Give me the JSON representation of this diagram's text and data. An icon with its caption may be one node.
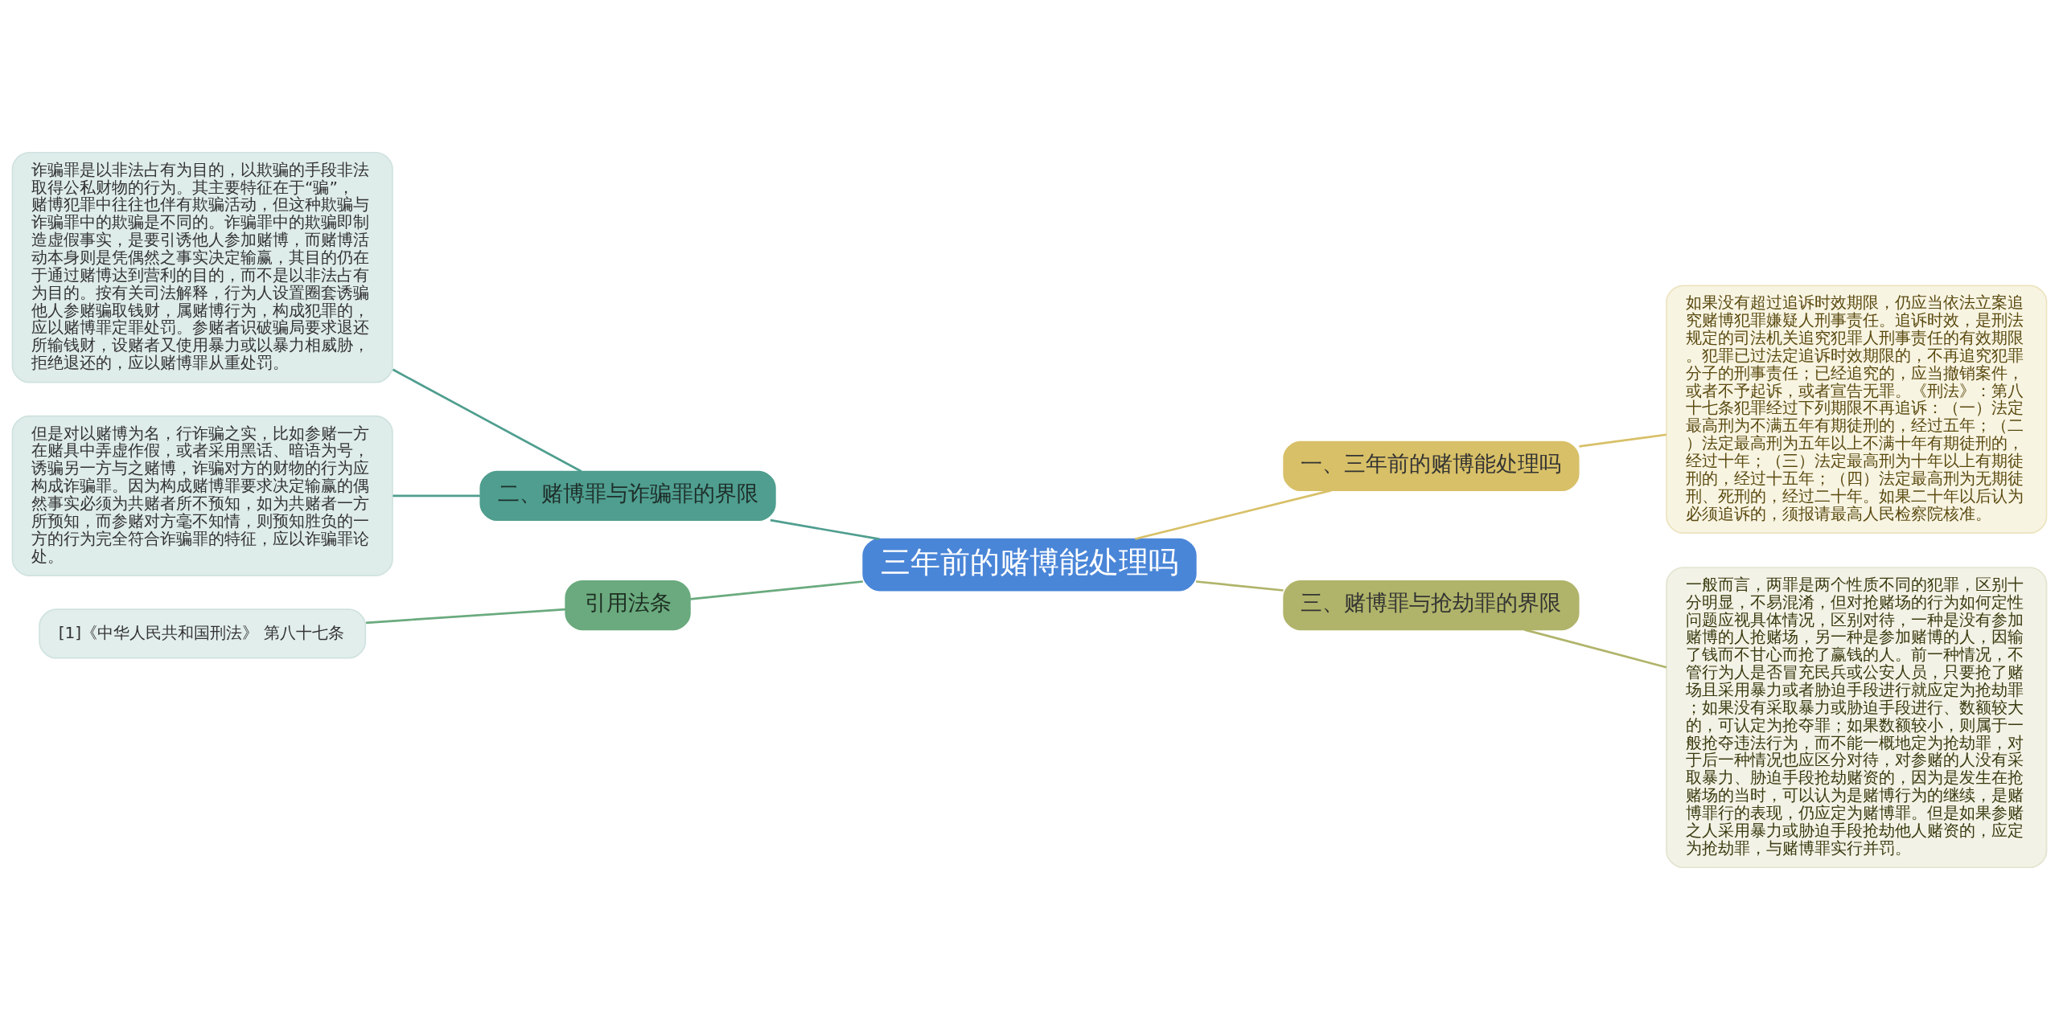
{
  "diagram": {
    "nodes": [
      {
        "text": [
          "三年前的赌博能处理吗"
        ]
      },
      {
        "text": [
          "一、三年前的赌博能处理吗"
        ]
      },
      {
        "text": [
          "如果没有超过追诉时效期限，仍应当依法立案追究赌博犯罪嫌疑人刑事责任。追诉时效，是刑法规定的司法机关追究犯罪人刑事责任的有效期限。犯罪已过法定追诉时效期限的，不再追究犯罪分子的刑事责任；已经追究的，应当撤销案件，或者不予起诉，或者宣告无罪。《刑法》：第八十七条犯罪经过下列期限不再追诉：（一）法定最高刑为不满五年有期徒刑的，经过五年；（二）法定最高刑为五年以上不满十年有期徒刑的，经过十年；（三）法定最高刑为十年以上有期徒刑的，经过十五年；（四）法定最高刑为无期徒刑、死刑的，经过二十年。如果二十年以后认为必须追诉的，须报请最高人民检察院核准。"
        ]
      },
      {
        "text": [
          "三、赌博罪与抢劫罪的界限"
        ]
      },
      {
        "text": [
          "一般而言，两罪是两个性质不同的犯罪，区别十分明显，不易混淆，但对抢赌场的行为如何定性问题应视具体情况，区别对待，一种是没有参加赌博的人抢赌场，另一种是参加赌博的人，因输了钱而不甘心而抢了赢钱的人。前一种情况，不管行为人是否冒充民兵或公安人员，只要抢了赌场且采用暴力或者胁迫手段进行就应定为抢劫罪；如果没有采取暴力或胁迫手段进行、数额较大的，可认定为抢夺罪；如果数额较小，则属于一般抢夺违法行为，而不能一概地定为抢劫罪，对于后一种情况也应区分对待，对参赌的人没有采取暴力、胁迫手段抢劫赌资的，因为是发生在抢赌场的当时，可以认为是赌博行为的继续，是赌博罪行的表现，仍应定为赌博罪。但是如果参赌之人采用暴力或胁迫手段抢劫他人赌资的，应定为抢劫罪，与赌博罪实行并罚。"
        ]
      },
      {
        "text": [
          "二、赌博罪与诈骗罪的界限"
        ]
      },
      {
        "text": [
          "诈骗罪是以非法占有为目的，以欺骗的手段非法取得公私财物的行为。其主要特征在于“骗”，赌博犯罪中往往也伴有欺骗活动，但这种欺骗与诈骗罪中的欺骗是不同的。诈骗罪中的欺骗即制造虚假事实，是要引诱他人参加赌博，而赌博活动本身则是凭偶然之事实决定输赢，其目的仍在于通过赌博达到营利的目的，而不是以非法占有为目的。按有关司法解释，行为人设置圈套诱骗他人参赌骗取钱财，属赌博行为，构成犯罪的，应以赌博罪定罪处罚。参赌者识破骗局要求退还所输钱财，设赌者又使用暴力或以暴力相威胁，拒绝退还的，应以赌博罪从重处罚。"
        ]
      },
      {
        "text": [
          "但是对以赌博为名，行诈骗之实，比如参赌一方在赌具中弄虚作假，或者采用黑话、暗语为号，诱骗另一方与之赌博，诈骗对方的财物的行为应构成诈骗罪。因为构成赌博罪要求决定输赢的偶然事实必须为共赌者所不预知，如为共赌者一方所预知，而参赌对方毫不知情，则预知胜负的一方的行为完全符合诈骗罪的特征，应以诈骗罪论处。"
        ]
      },
      {
        "text": [
          "引用法条"
        ]
      },
      {
        "text": [
          "[1]《中华人民共和国刑法》 第八十七条"
        ]
      }
    ],
    "edges": [
      {
        "from": 0,
        "to": 1,
        "arrow": "none",
        "color": "#d8c068"
      },
      {
        "from": 1,
        "to": 2,
        "arrow": "none",
        "color": "#d8c068"
      },
      {
        "from": 0,
        "to": 3,
        "arrow": "none",
        "color": "#b0b46a"
      },
      {
        "from": 3,
        "to": 4,
        "arrow": "none",
        "color": "#b0b46a"
      },
      {
        "from": 0,
        "to": 5,
        "arrow": "none",
        "color": "#4f9e8f"
      },
      {
        "from": 5,
        "to": 6,
        "arrow": "none",
        "color": "#4f9e8f"
      },
      {
        "from": 5,
        "to": 7,
        "arrow": "none",
        "color": "#4f9e8f"
      },
      {
        "from": 0,
        "to": 8,
        "arrow": "none",
        "color": "#6aaa7e"
      },
      {
        "from": 8,
        "to": 9,
        "arrow": "none",
        "color": "#6aaa7e"
      }
    ]
  }
}
